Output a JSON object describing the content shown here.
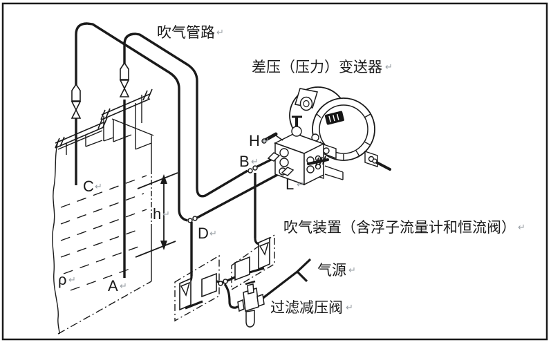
{
  "diagram": {
    "description": "Purge (bubbler) level measurement piping diagram",
    "labels": {
      "blow_piping": "吹气管路",
      "transmitter": "差压（压力）变送器",
      "purge_device": "吹气装置（含浮子流量计和恒流阀）",
      "air_source": "气源",
      "filter_reducer": "过滤减压阀"
    },
    "points": {
      "tube_c": "C",
      "tube_a": "A",
      "junction_b": "B",
      "junction_d": "D",
      "port_h": "H",
      "port_l": "L",
      "level_height": "h",
      "density": "ρ"
    },
    "paragraph_mark": "↵",
    "colors": {
      "ink": "#1a1a1a",
      "background": "#ffffff",
      "mark": "#9aa0a6"
    }
  }
}
